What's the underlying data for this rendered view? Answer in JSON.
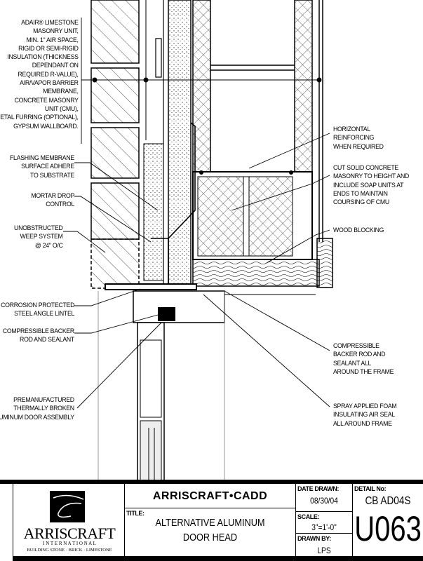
{
  "labels_left": [
    {
      "lines": [
        "ADAIR® LIMESTONE",
        "MASONRY UNIT,",
        "MIN. 1\" AIR SPACE,",
        "RIGID OR SEMI-RIGID",
        "INSULATION (THICKNESS",
        "DEPENDANT ON",
        "REQUIRED R-VALUE),",
        "AIR/VAPOR BARRIER",
        "MEMBRANE,",
        "CONCRETE MASONRY",
        "UNIT (CMU),",
        "METAL FURRING (OPTIONAL),",
        "GYPSUM WALLBOARD."
      ]
    },
    {
      "lines": [
        "FLASHING MEMBRANE",
        "SURFACE ADHERE",
        "TO SUBSTRATE"
      ]
    },
    {
      "lines": [
        "MORTAR DROP",
        "CONTROL"
      ]
    },
    {
      "lines": [
        "UNOBSTRUCTED",
        "WEEP SYSTEM",
        "@ 24\" O/C"
      ]
    },
    {
      "lines": [
        "CORROSION PROTECTED",
        "STEEL ANGLE LINTEL"
      ]
    },
    {
      "lines": [
        "COMPRESSIBLE BACKER",
        "ROD AND SEALANT"
      ]
    },
    {
      "lines": [
        "PREMANUFACTURED",
        "THERMALLY BROKEN",
        "ALUMINUM DOOR ASSEMBLY"
      ]
    }
  ],
  "labels_right": [
    {
      "lines": [
        "HORIZONTAL",
        "REINFORCING",
        "WHEN REQUIRED"
      ]
    },
    {
      "lines": [
        "CUT SOLID CONCRETE",
        "MASONRY TO HEIGHT AND",
        "INCLUDE SOAP UNITS AT",
        "ENDS TO MAINTAIN",
        "COURSING OF CMU"
      ]
    },
    {
      "lines": [
        "WOOD BLOCKING"
      ]
    },
    {
      "lines": [
        "COMPRESSIBLE",
        "BACKER ROD AND",
        "SEALANT ALL",
        "AROUND THE FRAME"
      ]
    },
    {
      "lines": [
        "SPRAY APPLIED FOAM",
        "INSULATING AIR SEAL",
        "ALL AROUND FRAME"
      ]
    }
  ],
  "title_block": {
    "company": "ARRISCRAFT",
    "company_sub": "I N T E R N A T I O N A L",
    "company_tagline": "BUILDING STONE · BRICK · LIMESTONE",
    "cadd": "ARRISCRAFT•CADD",
    "title_label": "TITLE:",
    "title_line1": "ALTERNATIVE ALUMINUM",
    "title_line2": "DOOR HEAD",
    "date_label": "DATE DRAWN:",
    "date": "08/30/04",
    "scale_label": "SCALE:",
    "scale": "3\"=1'-0\"",
    "drawn_label": "DRAWN BY:",
    "drawn_by": "LPS",
    "detail_label": "DETAIL No:",
    "detail_code": "CB AD04S",
    "detail_number": "U063"
  }
}
